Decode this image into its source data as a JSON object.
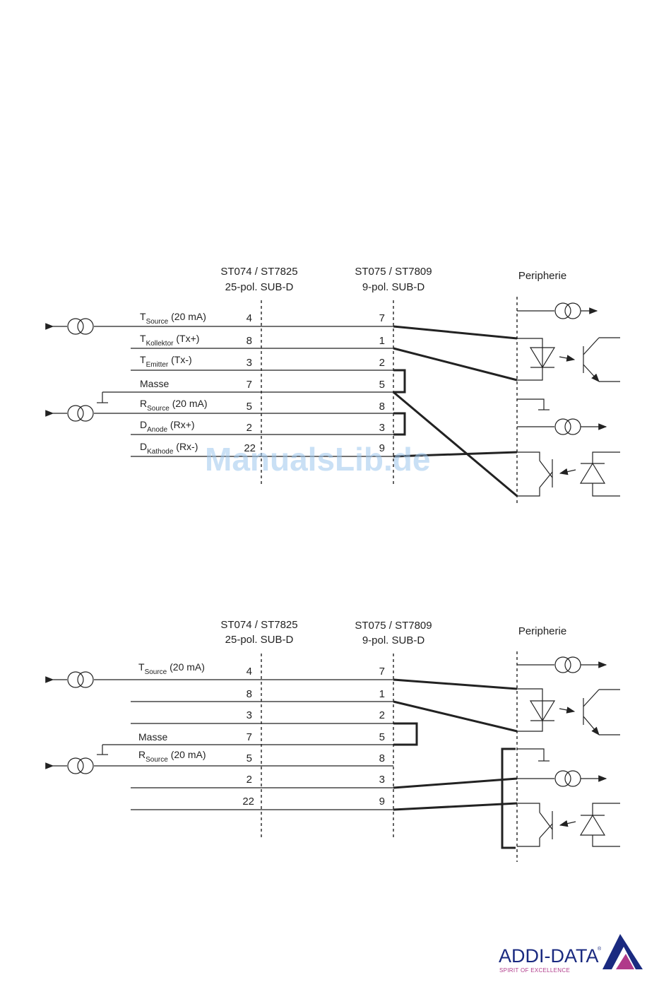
{
  "diagrams": [
    {
      "connector1_title": "ST074 / ST7825",
      "connector1_sub": "25-pol. SUB-D",
      "connector2_title": "ST075 / ST7809",
      "connector2_sub": "9-pol. SUB-D",
      "peripherie": "Peripherie",
      "signals": [
        {
          "main": "T",
          "sub": "Source",
          "suffix": " (20 mA)",
          "pin25": "4",
          "pin9": "7"
        },
        {
          "main": "T",
          "sub": "Kollektor",
          "suffix": " (Tx+)",
          "pin25": "8",
          "pin9": "1"
        },
        {
          "main": "T",
          "sub": "Emitter",
          "suffix": " (Tx-)",
          "pin25": "3",
          "pin9": "2"
        },
        {
          "main": "Masse",
          "sub": "",
          "suffix": "",
          "pin25": "7",
          "pin9": "5"
        },
        {
          "main": "R",
          "sub": "Source",
          "suffix": " (20 mA)",
          "pin25": "5",
          "pin9": "8"
        },
        {
          "main": "D",
          "sub": "Anode",
          "suffix": " (Rx+)",
          "pin25": "2",
          "pin9": "3"
        },
        {
          "main": "D",
          "sub": "Kathode",
          "suffix": " (Rx-)",
          "pin25": "22",
          "pin9": "9"
        }
      ]
    },
    {
      "connector1_title": "ST074 / ST7825",
      "connector1_sub": "25-pol. SUB-D",
      "connector2_title": "ST075 / ST7809",
      "connector2_sub": "9-pol. SUB-D",
      "peripherie": "Peripherie",
      "signals": [
        {
          "main": "T",
          "sub": "Source",
          "suffix": " (20 mA)",
          "pin25": "4",
          "pin9": "7"
        },
        {
          "main": "",
          "sub": "",
          "suffix": "",
          "pin25": "8",
          "pin9": "1"
        },
        {
          "main": "",
          "sub": "",
          "suffix": "",
          "pin25": "3",
          "pin9": "2"
        },
        {
          "main": "Masse",
          "sub": "",
          "suffix": "",
          "pin25": "7",
          "pin9": "5"
        },
        {
          "main": "R",
          "sub": "Source",
          "suffix": " (20 mA)",
          "pin25": "5",
          "pin9": "8"
        },
        {
          "main": "",
          "sub": "",
          "suffix": "",
          "pin25": "2",
          "pin9": "3"
        },
        {
          "main": "",
          "sub": "",
          "suffix": "",
          "pin25": "22",
          "pin9": "9"
        }
      ]
    }
  ],
  "watermark": "ManualsLib.de",
  "logo": {
    "name": "ADDI-DATA",
    "reg": "®",
    "tagline": "SPIRIT OF EXCELLENCE",
    "color": "#1a2a80",
    "accent": "#b03a8a"
  }
}
